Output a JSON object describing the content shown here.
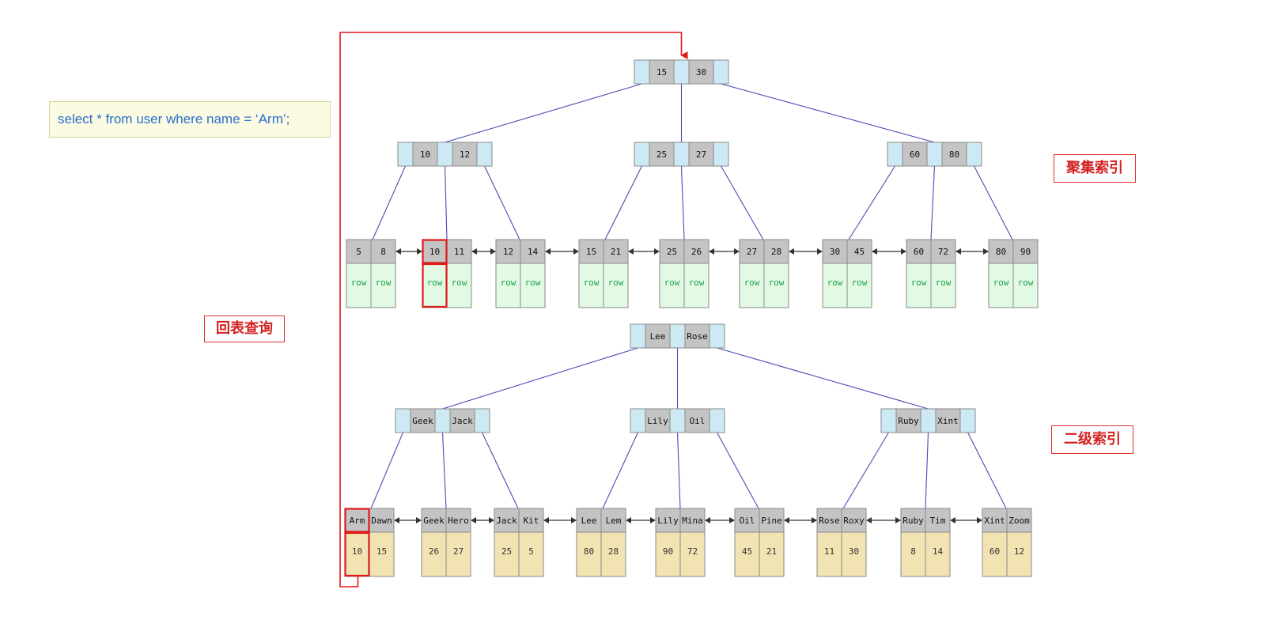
{
  "query": "select * from user where name = ‘Arm’;",
  "labels": {
    "clustered_index": "聚集索引",
    "secondary_index": "二级索引",
    "lookup": "回表查询"
  },
  "colors": {
    "key_cell": "#c4c4c4",
    "pointer_cell": "#cdeaf4",
    "row_cell": "#e2f9e4",
    "value_cell": "#f2e3b2",
    "edge": "#4a4ab8",
    "highlight": "#e01818"
  },
  "clustered": {
    "root": [
      "15",
      "30"
    ],
    "level2": [
      [
        "10",
        "12"
      ],
      [
        "25",
        "27"
      ],
      [
        "60",
        "80"
      ]
    ],
    "leaves": [
      [
        "5",
        "8"
      ],
      [
        "10",
        "11"
      ],
      [
        "12",
        "14"
      ],
      [
        "15",
        "21"
      ],
      [
        "25",
        "26"
      ],
      [
        "27",
        "28"
      ],
      [
        "30",
        "45"
      ],
      [
        "60",
        "72"
      ],
      [
        "80",
        "90"
      ]
    ],
    "row_text": "row"
  },
  "secondary": {
    "root": [
      "Lee",
      "Rose"
    ],
    "level2": [
      [
        "Geek",
        "Jack"
      ],
      [
        "Lily",
        "Oil"
      ],
      [
        "Ruby",
        "Xint"
      ]
    ],
    "leaves": [
      [
        "Arm",
        "Dawn"
      ],
      [
        "Geek",
        "Hero"
      ],
      [
        "Jack",
        "Kit"
      ],
      [
        "Lee",
        "Lem"
      ],
      [
        "Lily",
        "Mina"
      ],
      [
        "Oil",
        "Pine"
      ],
      [
        "Rose",
        "Roxy"
      ],
      [
        "Ruby",
        "Tim"
      ],
      [
        "Xint",
        "Zoom"
      ]
    ],
    "values": [
      [
        "10",
        "15"
      ],
      [
        "26",
        "27"
      ],
      [
        "25",
        "5"
      ],
      [
        "80",
        "28"
      ],
      [
        "90",
        "72"
      ],
      [
        "45",
        "21"
      ],
      [
        "11",
        "30"
      ],
      [
        "8",
        "14"
      ],
      [
        "60",
        "12"
      ]
    ]
  }
}
